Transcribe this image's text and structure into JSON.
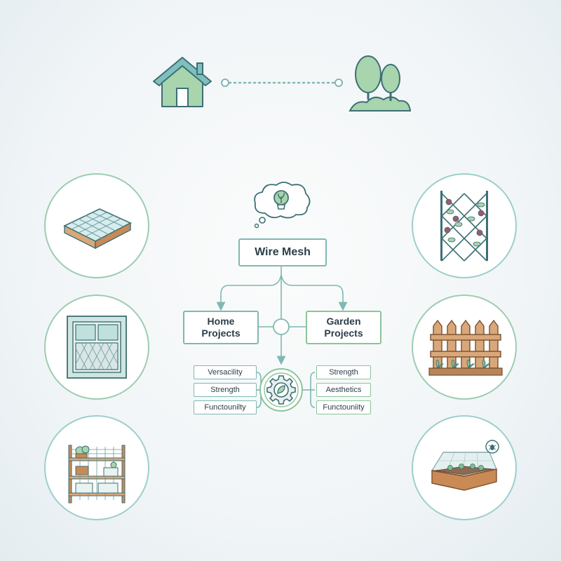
{
  "colors": {
    "teal": "#7fb8b2",
    "green": "#8cc49a",
    "leaf_fill": "#a8d4ae",
    "wood": "#c98a55",
    "text": "#2c3e4a"
  },
  "top": {
    "left_icon": "house-icon",
    "right_icon": "garden-trees-icon"
  },
  "center": {
    "idea_icon": "lightbulb-icon",
    "title": "Wire Mesh",
    "branches": [
      {
        "label": "Home\nProjects"
      },
      {
        "label": "Garden\nProjects"
      }
    ],
    "hub_icon": "gear-leaf-icon",
    "left_attributes": [
      "Versacility",
      "Strength",
      "Functounilty"
    ],
    "right_attributes": [
      "Strength",
      "Aesthetics",
      "Functouniity"
    ]
  },
  "home_examples": [
    {
      "icon": "greenhouse-roof-icon"
    },
    {
      "icon": "window-screen-icon"
    },
    {
      "icon": "shelving-rack-icon"
    }
  ],
  "garden_examples": [
    {
      "icon": "trellis-icon"
    },
    {
      "icon": "wooden-fence-icon"
    },
    {
      "icon": "covered-raised-bed-icon"
    }
  ]
}
